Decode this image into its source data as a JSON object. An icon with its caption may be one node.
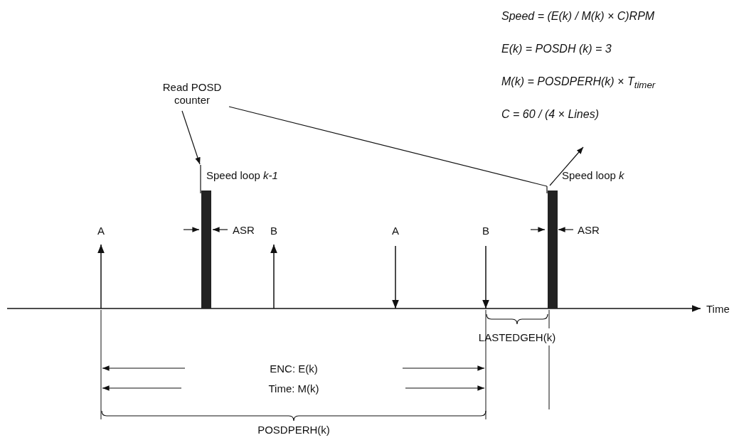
{
  "diagram": {
    "nodes": [
      {
        "text": [
          "Read POSD counter"
        ]
      },
      {
        "text": [],
        "shape": "bar",
        "beside": [
          "Speed loop *k-1*"
        ]
      },
      {
        "text": [],
        "shape": "bar",
        "beside": [
          "Speed loop *k*"
        ]
      },
      {
        "text": [
          "Speed = (E(k) / M(k) × C)RPM",
          "E(k) = POSDH (k) = 3",
          "M(k) = POSDPERH(k) × T$_{timer}$",
          "C = 60 / (4 × Lines)"
        ]
      }
    ],
    "edges": [
      {
        "from": 0,
        "to": 1,
        "arrow": "to"
      },
      {
        "from": 0,
        "to": 2,
        "arrow": "none"
      },
      {
        "from": 2,
        "to": 3,
        "arrow": "to"
      }
    ],
    "labels": [
      "A",
      "ASR",
      "B",
      "A",
      "B",
      "ASR",
      "Time",
      "LASTEDGEH(k)",
      "ENC: E(k)",
      "Time: M(k)",
      "POSDPERH(k)"
    ]
  }
}
